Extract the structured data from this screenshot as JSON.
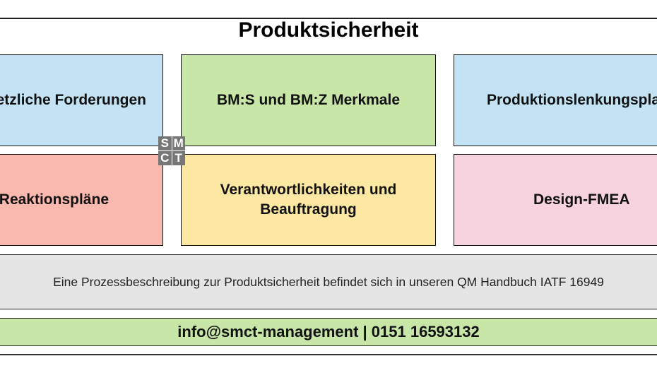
{
  "title": "Produktsicherheit",
  "boxes": [
    {
      "label": "Gesetzliche Forderungen",
      "color": "#c3e3f5"
    },
    {
      "label": "BM:S und BM:Z Merkmale",
      "color": "#c7e6a8"
    },
    {
      "label": "Produktionslenkungsplan",
      "color": "#c3e3f5"
    },
    {
      "label": "Reaktionspläne",
      "color": "#f9b9ae"
    },
    {
      "label": "Verantwortlichkeiten und Beauftragung",
      "color": "#fde8a3"
    },
    {
      "label": "Design-FMEA",
      "color": "#f7d2df"
    }
  ],
  "logo": {
    "letters": [
      "S",
      "M",
      "C",
      "T"
    ]
  },
  "note": "Eine Prozessbeschreibung zur Produktsicherheit befindet sich in unseren QM Handbuch IATF 16949",
  "contact": "info@smct-management | 0151 16593132"
}
